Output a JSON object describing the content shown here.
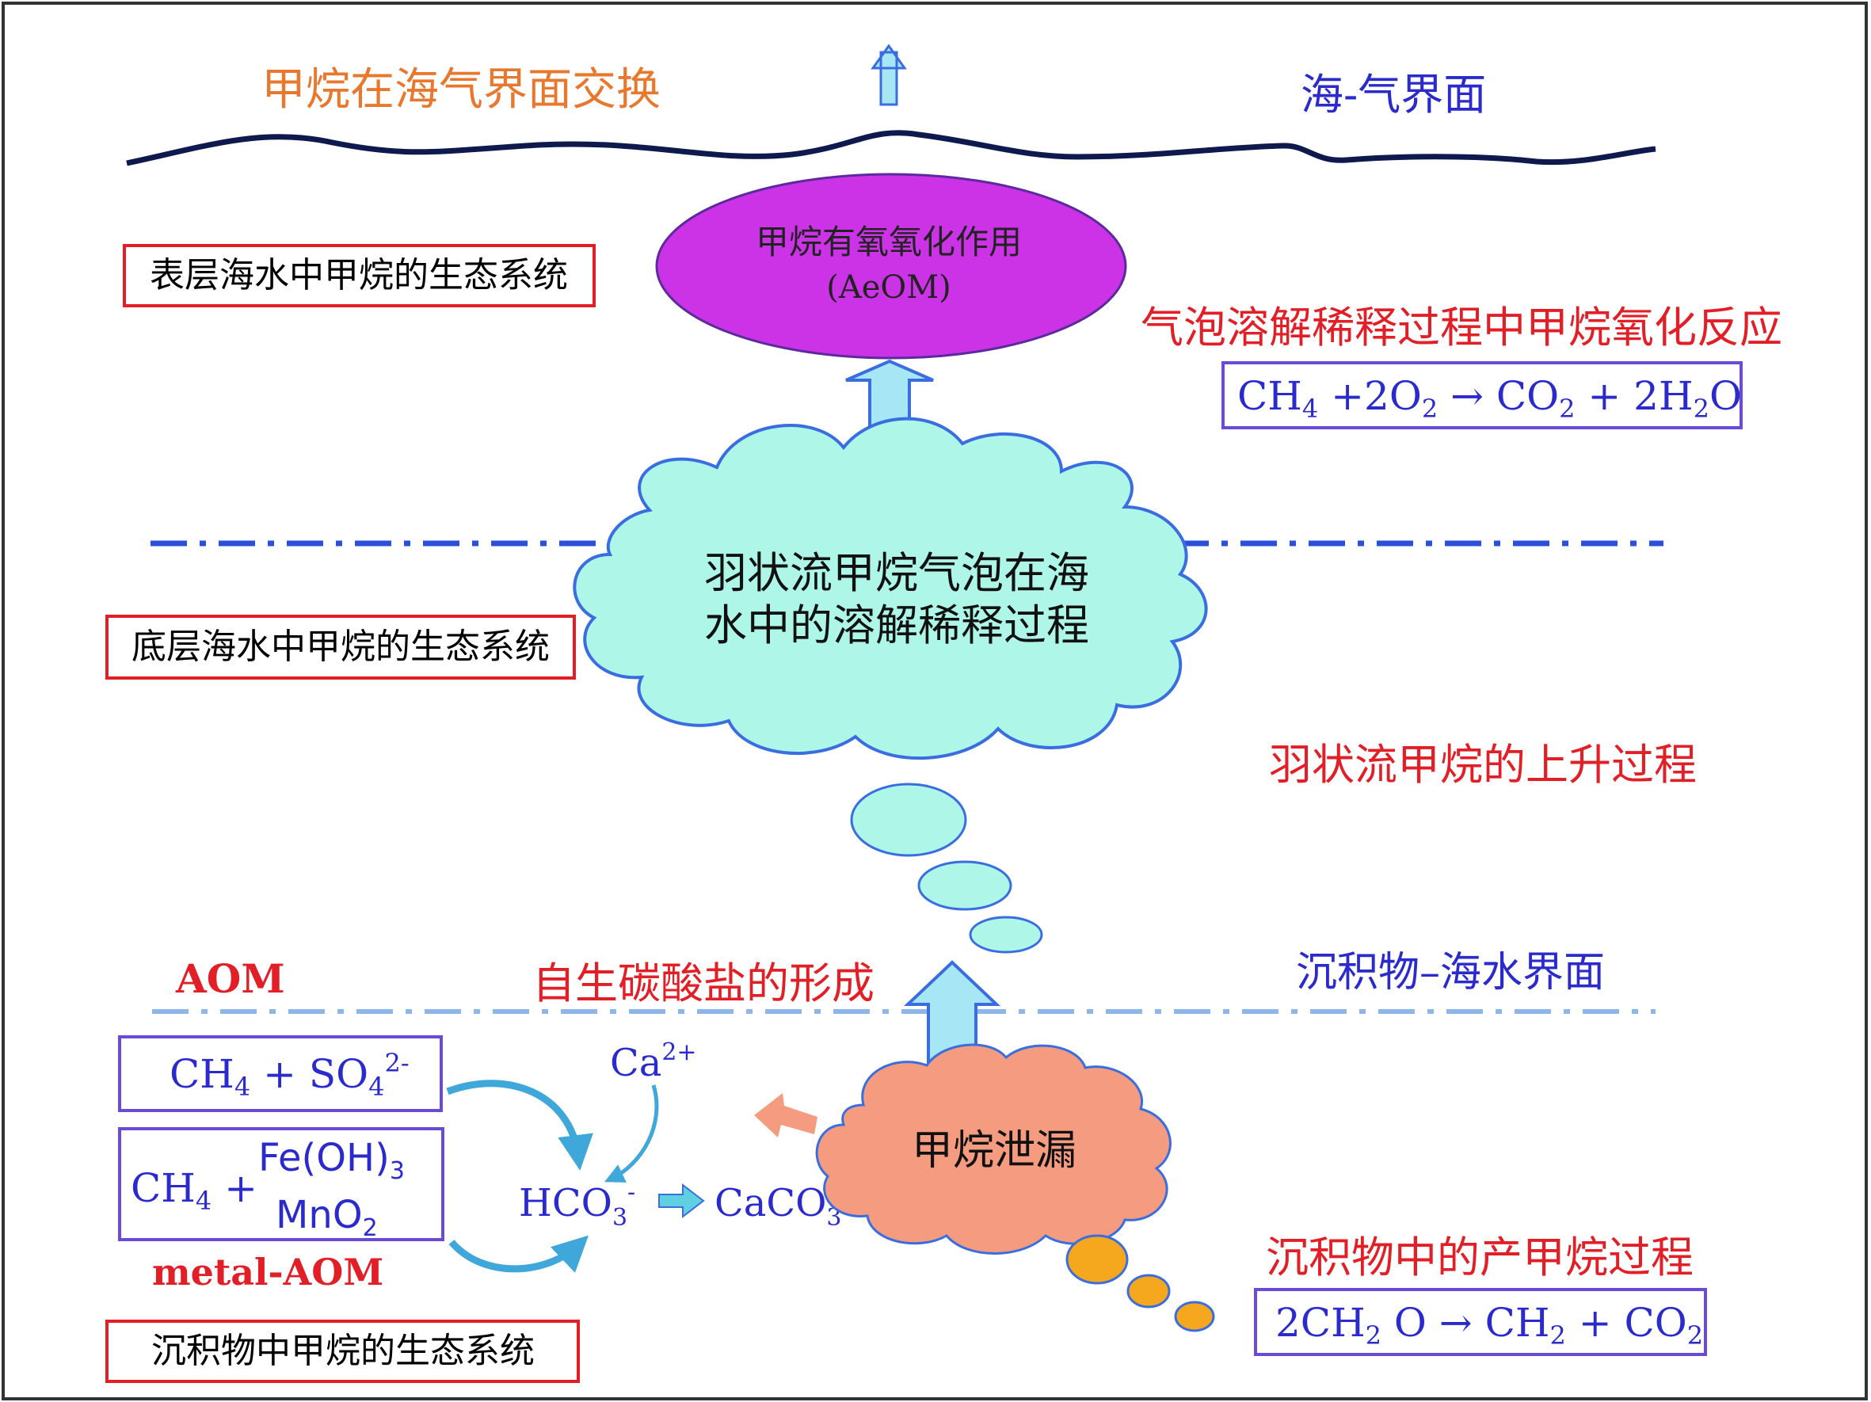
{
  "colors": {
    "orange_label": "#E8782E",
    "blue_label": "#2A2ACD",
    "red_label": "#E21F26",
    "box_red": "#E21F26",
    "box_purple": "#6B4BD6",
    "wave": "#0E1A4E",
    "dashdot_dark": "#2B4FD8",
    "dashdot_light": "#8FB6E8",
    "ellipse_fill": "#CC33E6",
    "cloud_fill": "#AEF6E8",
    "cloud_stroke": "#3A6EE0",
    "leak_fill": "#F59C80",
    "gold_fill": "#F5A81E",
    "arrow_fill": "#A7E7F5",
    "arrow_stroke": "#3A6EE0"
  },
  "top": {
    "exchange_label": "甲烷在海气界面交换",
    "interface_label": "海-气界面"
  },
  "surface": {
    "ecosystem_label": "表层海水中甲烷的生态系统",
    "aeom_line1": "甲烷有氧氧化作用",
    "aeom_line2": "(AeOM)",
    "oxidation_label": "气泡溶解稀释过程中甲烷氧化反应",
    "equation": {
      "ch": "CH",
      "s1": "4",
      "plus_2o": " +2O",
      "s2": "2",
      "arrow": " → CO",
      "s3": "2",
      "plus_2h": " + 2H",
      "s4": "2",
      "o": "O"
    }
  },
  "bottom_water": {
    "ecosystem_label": "底层海水中甲烷的生态系统",
    "cloud_line1": "羽状流甲烷气泡在海",
    "cloud_line2": "水中的溶解稀释过程",
    "rise_label": "羽状流甲烷的上升过程"
  },
  "sediment": {
    "aom_label": "AOM",
    "carbonate_label": "自生碳酸盐的形成",
    "interface_label": "沉积物–海水界面",
    "eq1": {
      "ch": "CH",
      "s1": "4",
      "plus_so": " + SO",
      "s2": "4",
      "sup": "2-"
    },
    "eq2": {
      "ch": "CH",
      "s1": "4",
      "plus": " +",
      "feoh": "Fe(OH)",
      "s2": "3",
      "mno": "MnO",
      "s3": "2"
    },
    "metal_aom_label": "metal-AOM",
    "ecosystem_label": "沉积物中甲烷的生态系统",
    "ca": {
      "base": "Ca",
      "sup": "2+"
    },
    "hco": {
      "base": "HCO",
      "sub": "3",
      "sup": "-"
    },
    "caco": {
      "base": "CaCO",
      "sub": "3"
    },
    "leak_label": "甲烷泄漏",
    "production_label": "沉积物中的产甲烷过程",
    "equation": {
      "pre": "2CH",
      "s1": "2",
      "mid": " O → CH",
      "s2": "2",
      "post": " + CO",
      "s3": "2"
    }
  }
}
